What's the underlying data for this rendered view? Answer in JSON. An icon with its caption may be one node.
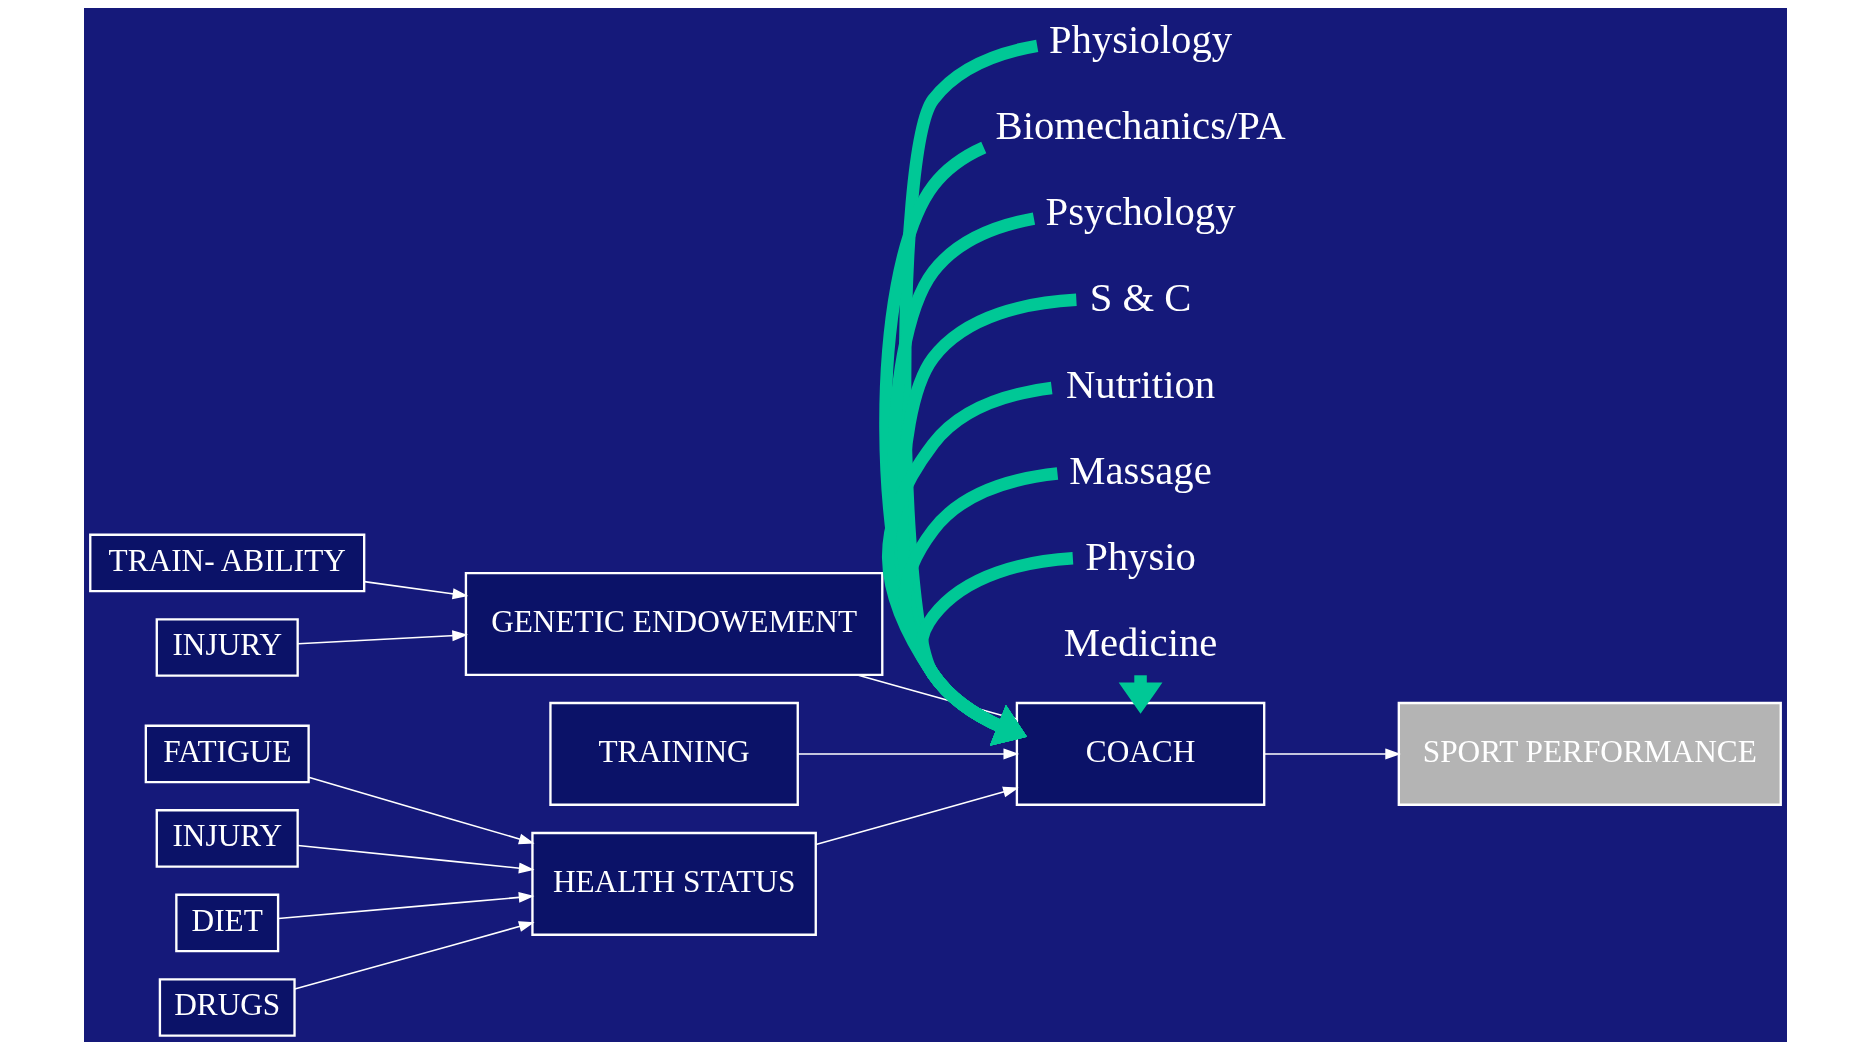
{
  "diagram": {
    "nodes": [
      {
        "text": [
          "TRAIN- ABILITY"
        ]
      },
      {
        "text": [
          "INJURY"
        ]
      },
      {
        "text": [
          "GENETIC ENDOWEMENT"
        ]
      },
      {
        "text": [
          "TRAINING"
        ]
      },
      {
        "text": [
          "FATIGUE"
        ]
      },
      {
        "text": [
          "INJURY"
        ]
      },
      {
        "text": [
          "DIET"
        ]
      },
      {
        "text": [
          "DRUGS"
        ]
      },
      {
        "text": [
          "HEALTH STATUS"
        ]
      },
      {
        "text": [
          "COACH"
        ]
      },
      {
        "text": [
          "SPORT PERFORMANCE"
        ]
      },
      {
        "text": [
          "Physiology"
        ]
      },
      {
        "text": [
          "Biomechanics/PA"
        ]
      },
      {
        "text": [
          "Psychology"
        ]
      },
      {
        "text": [
          "S & C"
        ]
      },
      {
        "text": [
          "Nutrition"
        ]
      },
      {
        "text": [
          "Massage"
        ]
      },
      {
        "text": [
          "Physio"
        ]
      },
      {
        "text": [
          "Medicine"
        ]
      }
    ],
    "edges": [
      {
        "from": 0,
        "to": 2,
        "arrow": "to"
      },
      {
        "from": 1,
        "to": 2,
        "arrow": "to"
      },
      {
        "from": 4,
        "to": 8,
        "arrow": "to"
      },
      {
        "from": 5,
        "to": 8,
        "arrow": "to"
      },
      {
        "from": 6,
        "to": 8,
        "arrow": "to"
      },
      {
        "from": 7,
        "to": 8,
        "arrow": "to"
      },
      {
        "from": 2,
        "to": 9,
        "arrow": "to"
      },
      {
        "from": 3,
        "to": 9,
        "arrow": "to"
      },
      {
        "from": 8,
        "to": 9,
        "arrow": "to"
      },
      {
        "from": 9,
        "to": 10,
        "arrow": "to"
      },
      {
        "from": 11,
        "to": 9,
        "arrow": "to",
        "style": "thick",
        "color": "#00c896"
      },
      {
        "from": 12,
        "to": 9,
        "arrow": "to",
        "style": "thick",
        "color": "#00c896"
      },
      {
        "from": 13,
        "to": 9,
        "arrow": "to",
        "style": "thick",
        "color": "#00c896"
      },
      {
        "from": 14,
        "to": 9,
        "arrow": "to",
        "style": "thick",
        "color": "#00c896"
      },
      {
        "from": 15,
        "to": 9,
        "arrow": "to",
        "style": "thick",
        "color": "#00c896"
      },
      {
        "from": 16,
        "to": 9,
        "arrow": "to",
        "style": "thick",
        "color": "#00c896"
      },
      {
        "from": 17,
        "to": 9,
        "arrow": "to",
        "style": "thick",
        "color": "#00c896"
      },
      {
        "from": 18,
        "to": 9,
        "arrow": "to",
        "style": "thick",
        "color": "#00c896"
      }
    ]
  }
}
